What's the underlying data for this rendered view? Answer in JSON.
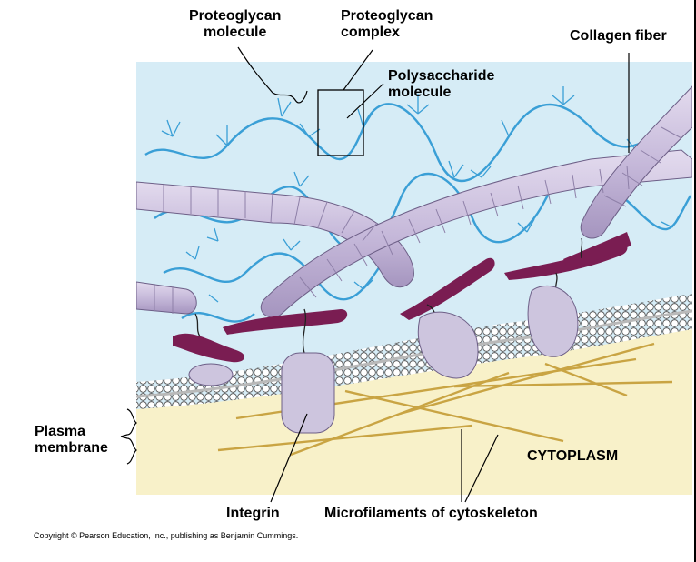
{
  "labels": {
    "proteoglycan_molecule": [
      "Proteoglycan",
      "molecule"
    ],
    "proteoglycan_complex": [
      "Proteoglycan",
      "complex"
    ],
    "collagen_fiber": "Collagen fiber",
    "polysaccharide_molecule": [
      "Polysaccharide",
      "molecule"
    ],
    "plasma_membrane": [
      "Plasma",
      "membrane"
    ],
    "cytoplasm": "CYTOPLASM",
    "integrin": "Integrin",
    "microfilaments": "Microfilaments of cytoskeleton"
  },
  "copyright": "Copyright © Pearson Education, Inc., publishing as Benjamin Cummings.",
  "colors": {
    "extracellular": "#d6ecf6",
    "cytoplasm": "#f8f1c9",
    "proteoglycan": "#3a9fd6",
    "collagen": "#c9bdd9",
    "collagen_band": "#8e80a8",
    "fibronectin": "#7a1d52",
    "integrin": "#cdc5de",
    "microfilament": "#d9b45c",
    "membrane_head": "#ffffff"
  },
  "icons": {
    "collagen": "collagen-fiber-icon",
    "proteoglycan": "proteoglycan-icon",
    "integrin": "integrin-icon"
  }
}
